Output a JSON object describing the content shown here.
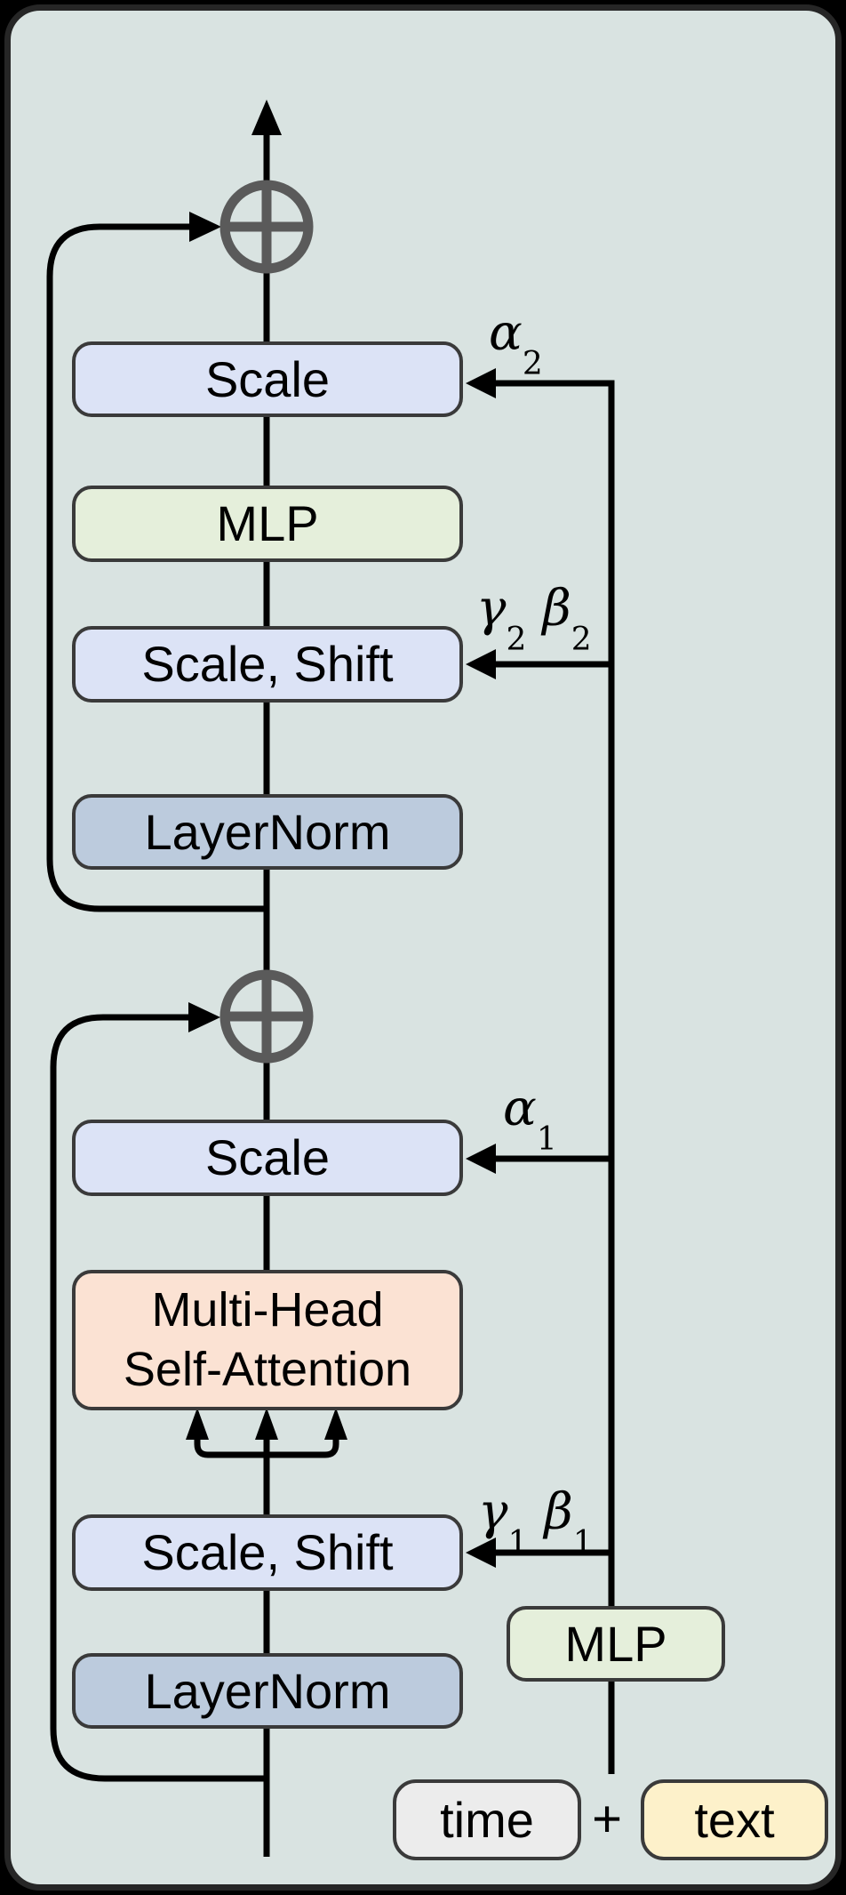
{
  "colors": {
    "page_background": "#000000",
    "panel_background": "#d9e3e1",
    "panel_border": "#262626",
    "box_border": "#3a3a3a",
    "scale_box_fill": "#dce3f6",
    "mlp_box_fill": "#e5efdb",
    "layernorm_box_fill": "#bccbdd",
    "attention_box_fill": "#fbe2d3",
    "time_box_fill": "#ececec",
    "text_box_fill": "#fdf1ca",
    "wire": "#000000",
    "add_icon": "#5a5a5a"
  },
  "mlp_branch": {
    "scale": "Scale",
    "mlp": "MLP",
    "scale_shift": "Scale, Shift",
    "layernorm": "LayerNorm",
    "alpha": {
      "base": "α",
      "sub": "2"
    },
    "gamma": {
      "base": "γ",
      "sub": "2"
    },
    "beta": {
      "base": "β",
      "sub": "2"
    }
  },
  "attention_branch": {
    "scale": "Scale",
    "attention_line1": "Multi-Head",
    "attention_line2": "Self-Attention",
    "scale_shift": "Scale, Shift",
    "layernorm": "LayerNorm",
    "alpha": {
      "base": "α",
      "sub": "1"
    },
    "gamma": {
      "base": "γ",
      "sub": "1"
    },
    "beta": {
      "base": "β",
      "sub": "1"
    }
  },
  "conditioning": {
    "mlp": "MLP",
    "time": "time",
    "plus": "+",
    "text": "text"
  }
}
